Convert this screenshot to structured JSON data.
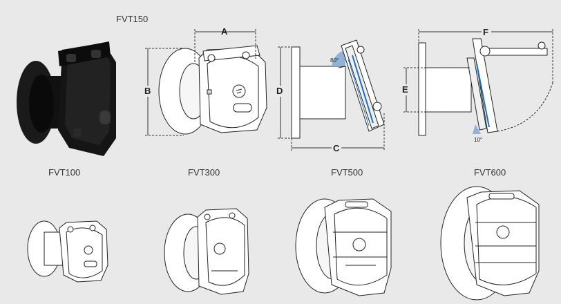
{
  "labels": {
    "fvt150": "FVT150",
    "fvt100": "FVT100",
    "fvt300": "FVT300",
    "fvt500": "FVT500",
    "fvt600": "FVT600"
  },
  "dimensions": {
    "a": "A",
    "b": "B",
    "c": "C",
    "d": "D",
    "e": "E",
    "f": "F",
    "angle_open": "80°",
    "angle_tilt": "10°"
  },
  "colors": {
    "accent": "#1a6fc4",
    "shade": "#8fb2d6"
  }
}
